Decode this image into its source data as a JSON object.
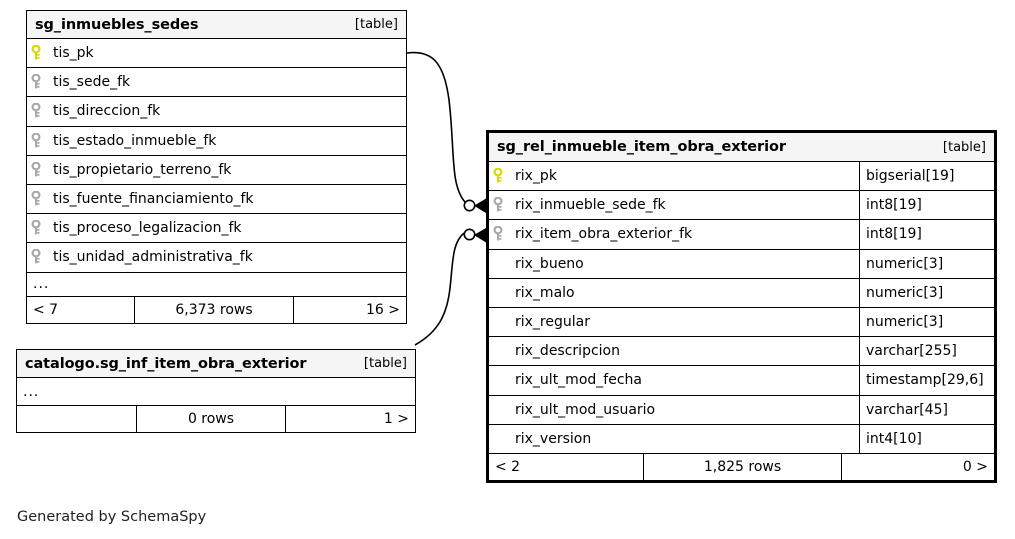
{
  "diagram": {
    "caption": "Generated by SchemaSpy",
    "kind_label": "[table]",
    "ellipsis": "...",
    "colors": {
      "pk_key": "#d9d900",
      "fk_key": "#a9a9a9",
      "header_bg": "#f5f5f5",
      "border": "#000000"
    }
  },
  "tables": [
    {
      "id": "sg_inmuebles_sedes",
      "title": "sg_inmuebles_sedes",
      "kind": "[table]",
      "columns": [
        {
          "name": "tis_pk",
          "key": "pk",
          "type": ""
        },
        {
          "name": "tis_sede_fk",
          "key": "fk",
          "type": ""
        },
        {
          "name": "tis_direccion_fk",
          "key": "fk",
          "type": ""
        },
        {
          "name": "tis_estado_inmueble_fk",
          "key": "fk",
          "type": ""
        },
        {
          "name": "tis_propietario_terreno_fk",
          "key": "fk",
          "type": ""
        },
        {
          "name": "tis_fuente_financiamiento_fk",
          "key": "fk",
          "type": ""
        },
        {
          "name": "tis_proceso_legalizacion_fk",
          "key": "fk",
          "type": ""
        },
        {
          "name": "tis_unidad_administrativa_fk",
          "key": "fk",
          "type": ""
        }
      ],
      "has_ellipsis": true,
      "footer": {
        "left": "< 7",
        "middle": "6,373 rows",
        "right": "16 >"
      }
    },
    {
      "id": "catalogo_sg_inf_item_obra_exterior",
      "title": "catalogo.sg_inf_item_obra_exterior",
      "kind": "[table]",
      "columns": [],
      "has_ellipsis": true,
      "footer": {
        "left": "",
        "middle": "0 rows",
        "right": "1 >"
      }
    },
    {
      "id": "sg_rel_inmueble_item_obra_exterior",
      "title": "sg_rel_inmueble_item_obra_exterior",
      "kind": "[table]",
      "highlighted": true,
      "columns": [
        {
          "name": "rix_pk",
          "key": "pk",
          "type": "bigserial[19]"
        },
        {
          "name": "rix_inmueble_sede_fk",
          "key": "fk",
          "type": "int8[19]"
        },
        {
          "name": "rix_item_obra_exterior_fk",
          "key": "fk",
          "type": "int8[19]"
        },
        {
          "name": "rix_bueno",
          "key": "none",
          "type": "numeric[3]"
        },
        {
          "name": "rix_malo",
          "key": "none",
          "type": "numeric[3]"
        },
        {
          "name": "rix_regular",
          "key": "none",
          "type": "numeric[3]"
        },
        {
          "name": "rix_descripcion",
          "key": "none",
          "type": "varchar[255]"
        },
        {
          "name": "rix_ult_mod_fecha",
          "key": "none",
          "type": "timestamp[29,6]"
        },
        {
          "name": "rix_ult_mod_usuario",
          "key": "none",
          "type": "varchar[45]"
        },
        {
          "name": "rix_version",
          "key": "none",
          "type": "int4[10]"
        }
      ],
      "has_ellipsis": false,
      "footer": {
        "left": "< 2",
        "middle": "1,825 rows",
        "right": "0 >"
      }
    }
  ],
  "relationships": [
    {
      "from": "sg_inmuebles_sedes.tis_pk",
      "to": "sg_rel_inmueble_item_obra_exterior.rix_inmueble_sede_fk",
      "notation": "zero-or-many"
    },
    {
      "from": "catalogo.sg_inf_item_obra_exterior",
      "to": "sg_rel_inmueble_item_obra_exterior.rix_item_obra_exterior_fk",
      "notation": "zero-or-many"
    }
  ]
}
